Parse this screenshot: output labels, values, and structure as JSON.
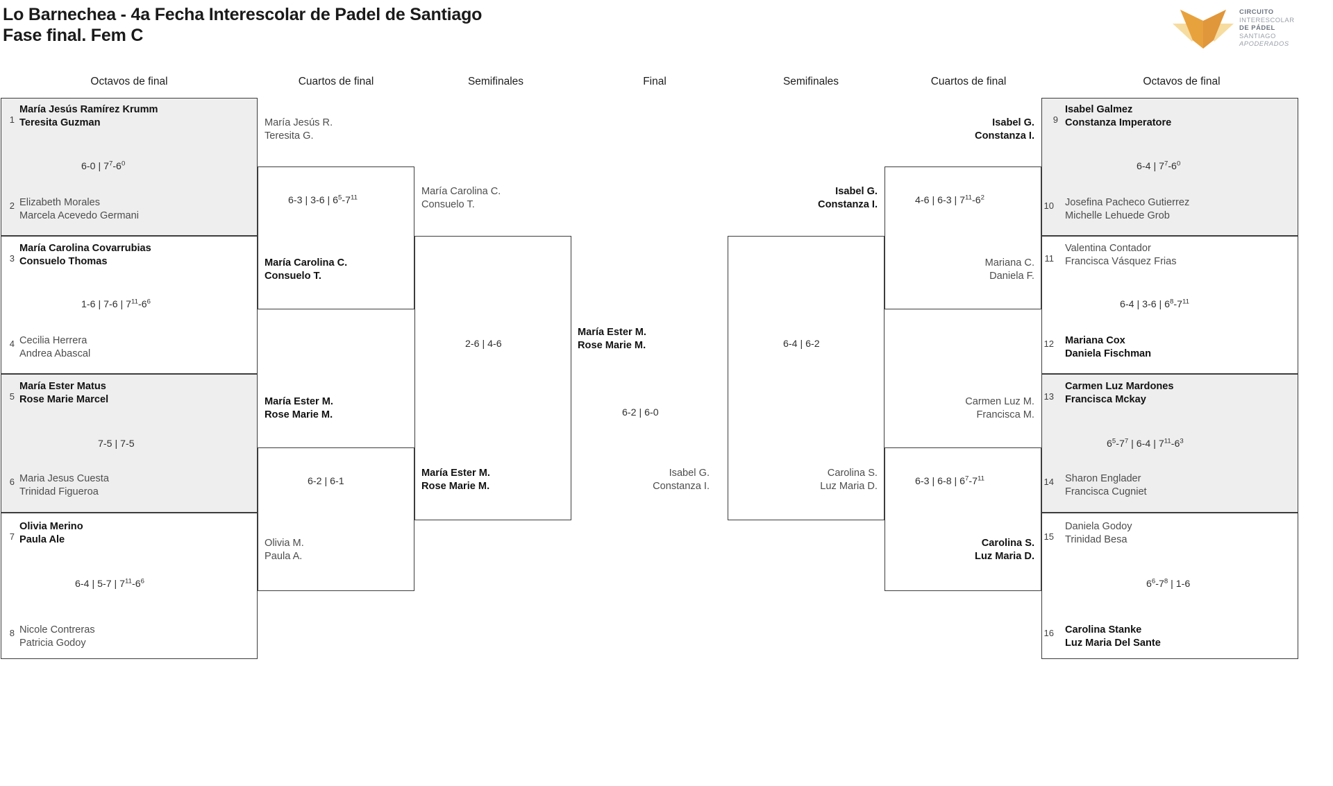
{
  "header": {
    "title": "Lo Barnechea - 4a Fecha Interescolar de Padel de Santiago\nFase final. Fem C",
    "logo": {
      "line1": "CIRCUITO",
      "line2": "INTERESCOLAR",
      "line3": "DE PÁDEL",
      "line4": "SANTIAGO",
      "line5": "APODERADOS",
      "color_dark": "#e8a23d",
      "color_mid": "#efb564",
      "color_light": "#f7dca0"
    }
  },
  "rounds": {
    "left_r16": "Octavos de final",
    "left_qf": "Cuartos de final",
    "left_sf": "Semifinales",
    "final": "Final",
    "right_sf": "Semifinales",
    "right_qf": "Cuartos de final",
    "right_r16": "Octavos de final"
  },
  "bracket": {
    "left_r16": [
      {
        "seed_top": "1",
        "seed_bot": "2",
        "top": {
          "p1": "María Jesús Ramírez Krumm",
          "p2": "Teresita Guzman",
          "winner": true
        },
        "bottom": {
          "p1": "Elizabeth Morales",
          "p2": "Marcela Acevedo Germani",
          "winner": false
        },
        "score": "6-0 | 7<sup>7</sup>-6<sup>0</sup>"
      },
      {
        "seed_top": "3",
        "seed_bot": "4",
        "top": {
          "p1": "María Carolina Covarrubias",
          "p2": "Consuelo Thomas",
          "winner": true
        },
        "bottom": {
          "p1": "Cecilia Herrera",
          "p2": "Andrea Abascal",
          "winner": false
        },
        "score": "1-6 | 7-6 | 7<sup>11</sup>-6<sup>6</sup>"
      },
      {
        "seed_top": "5",
        "seed_bot": "6",
        "top": {
          "p1": "María Ester Matus",
          "p2": "Rose Marie Marcel",
          "winner": true
        },
        "bottom": {
          "p1": "Maria Jesus Cuesta",
          "p2": "Trinidad Figueroa",
          "winner": false
        },
        "score": "7-5 | 7-5"
      },
      {
        "seed_top": "7",
        "seed_bot": "8",
        "top": {
          "p1": "Olivia Merino",
          "p2": "Paula Ale",
          "winner": true
        },
        "bottom": {
          "p1": "Nicole Contreras",
          "p2": "Patricia Godoy",
          "winner": false
        },
        "score": "6-4 | 5-7 | 7<sup>11</sup>-6<sup>6</sup>"
      }
    ],
    "left_qf": [
      {
        "top": {
          "p1": "María Jesús R.",
          "p2": "Teresita G.",
          "winner": false
        },
        "bottom": {
          "p1": "María Carolina C.",
          "p2": "Consuelo T.",
          "winner": true
        },
        "score": "6-3 | 3-6 | 6<sup>5</sup>-7<sup>11</sup>"
      },
      {
        "top": {
          "p1": "María Ester M.",
          "p2": "Rose Marie M.",
          "winner": true
        },
        "bottom": {
          "p1": "Olivia M.",
          "p2": "Paula A.",
          "winner": false
        },
        "score": "6-2 | 6-1"
      }
    ],
    "left_sf": [
      {
        "top": {
          "p1": "María Carolina C.",
          "p2": "Consuelo T.",
          "winner": false
        },
        "bottom": {
          "p1": "María Ester M.",
          "p2": "Rose Marie M.",
          "winner": true
        },
        "score": "2-6 | 4-6"
      }
    ],
    "final": {
      "top": {
        "p1": "María Ester M.",
        "p2": "Rose Marie M.",
        "winner": true
      },
      "bottom": {
        "p1": "Isabel G.",
        "p2": "Constanza I.",
        "winner": false
      },
      "score": "6-2 | 6-0"
    },
    "right_sf": [
      {
        "top": {
          "p1": "Isabel G.",
          "p2": "Constanza I.",
          "winner": true
        },
        "bottom": {
          "p1": "Carolina S.",
          "p2": "Luz Maria D.",
          "winner": false
        },
        "score": "6-4 | 6-2"
      }
    ],
    "right_qf": [
      {
        "top": {
          "p1": "Isabel G.",
          "p2": "Constanza I.",
          "winner": true
        },
        "bottom": {
          "p1": "Mariana C.",
          "p2": "Daniela F.",
          "winner": false
        },
        "score": "4-6 | 6-3 | 7<sup>11</sup>-6<sup>2</sup>"
      },
      {
        "top": {
          "p1": "Carmen Luz M.",
          "p2": "Francisca M.",
          "winner": false
        },
        "bottom": {
          "p1": "Carolina S.",
          "p2": "Luz Maria D.",
          "winner": true
        },
        "score": "6-3 | 6-8 | 6<sup>7</sup>-7<sup>11</sup>"
      }
    ],
    "right_r16": [
      {
        "seed_top": "9",
        "seed_bot": "10",
        "top": {
          "p1": "Isabel Galmez",
          "p2": "Constanza Imperatore",
          "winner": true
        },
        "bottom": {
          "p1": "Josefina Pacheco Gutierrez",
          "p2": "Michelle Lehuede Grob",
          "winner": false
        },
        "score": "6-4 | 7<sup>7</sup>-6<sup>0</sup>"
      },
      {
        "seed_top": "11",
        "seed_bot": "12",
        "top": {
          "p1": "Valentina Contador",
          "p2": "Francisca Vásquez Frias",
          "winner": false
        },
        "bottom": {
          "p1": "Mariana Cox",
          "p2": "Daniela Fischman",
          "winner": true
        },
        "score": "6-4 | 3-6 | 6<sup>8</sup>-7<sup>11</sup>"
      },
      {
        "seed_top": "13",
        "seed_bot": "14",
        "top": {
          "p1": "Carmen Luz Mardones",
          "p2": "Francisca Mckay",
          "winner": true
        },
        "bottom": {
          "p1": "Sharon Englader",
          "p2": "Francisca Cugniet",
          "winner": false
        },
        "score": "6<sup>5</sup>-7<sup>7</sup> | 6-4 | 7<sup>11</sup>-6<sup>3</sup>"
      },
      {
        "seed_top": "15",
        "seed_bot": "16",
        "top": {
          "p1": "Daniela Godoy",
          "p2": "Trinidad Besa",
          "winner": false
        },
        "bottom": {
          "p1": "Carolina Stanke",
          "p2": "Luz Maria Del Sante",
          "winner": true
        },
        "score": "6<sup>6</sup>-7<sup>8</sup> | 1-6"
      }
    ]
  }
}
